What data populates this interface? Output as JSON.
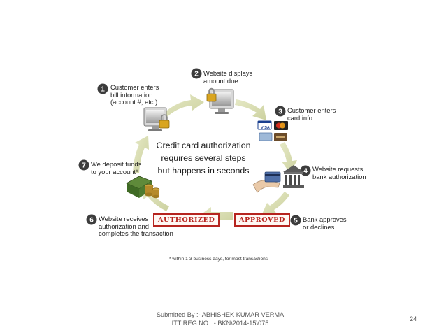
{
  "diagram": {
    "center_text": "Credit card authorization\nrequires several steps\nbut happens in seconds",
    "steps": [
      {
        "number": "1",
        "text": "Customer enters\nbill information\n(account #, etc.)"
      },
      {
        "number": "2",
        "text": "Website displays\namount due"
      },
      {
        "number": "3",
        "text": "Customer enters\ncard info"
      },
      {
        "number": "4",
        "text": "Website requests\nbank authorization"
      },
      {
        "number": "5",
        "text": "Bank approves\nor declines"
      },
      {
        "number": "6",
        "text": "Website receives\nauthorization and\ncompletes the transaction"
      },
      {
        "number": "7",
        "text": "We deposit funds\nto your account*"
      }
    ],
    "stamps": {
      "authorized": "AUTHORIZED",
      "approved": "APPROVED"
    },
    "cards": {
      "visa": "VISA"
    },
    "footnote": "* within 1-3 business days, for most transactions",
    "colors": {
      "arrow": "#d9ddb4",
      "step_circle": "#3c3c3c",
      "stamp": "#b6241f"
    },
    "icons": [
      "computer-lock-icon",
      "computer-lock-icon",
      "credit-cards-icon",
      "bank-icon",
      "money-stack-icon"
    ]
  },
  "footer": {
    "line1": "Submitted By :- ABHISHEK KUMAR VERMA",
    "line2": "ITT REG NO. :- BKN\\2014-15\\075",
    "page_number": "24"
  }
}
